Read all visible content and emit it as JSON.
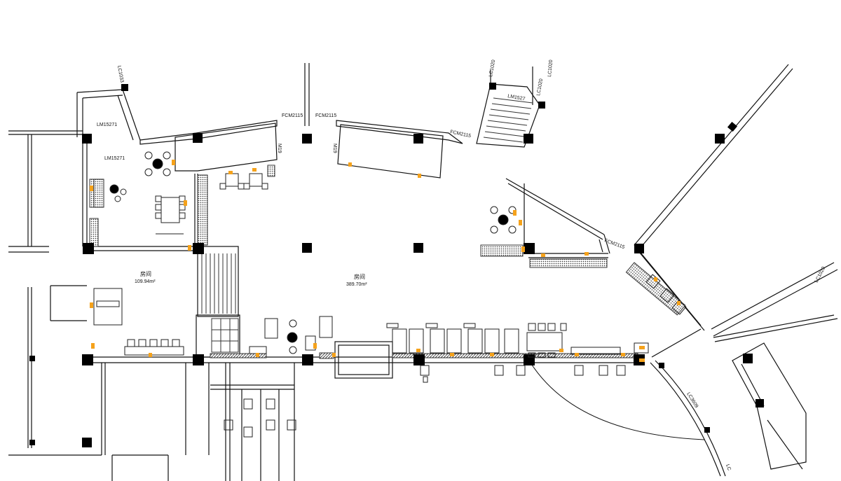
{
  "rooms": [
    {
      "name": "房间",
      "area": "109.94m²"
    },
    {
      "name": "房间",
      "area": "389.70m²"
    }
  ],
  "tags": {
    "lm_upper": "LM15271",
    "lm_lower": "LM15271",
    "lc_top_left": "LC1033",
    "fcm_left": "FCM2115",
    "fcm_mid": "FCM2115",
    "fcm_right": "FCM2115",
    "fcm_east": "FCM2115",
    "m_left": "M19",
    "m_right": "M19",
    "lc_stair_left": "LC1020",
    "lc_stair_right": "LC1020",
    "lm_stair": "LM1527",
    "lc_top_right": "LC1020",
    "lc_far_right": "LC1020",
    "lc_bottom_curve": "LC3609",
    "lc_bottom_edge": "LC"
  },
  "colors": {
    "wall": "#111111",
    "column": "#000000",
    "marker": "#f5a21b",
    "hatch": "#555555"
  }
}
